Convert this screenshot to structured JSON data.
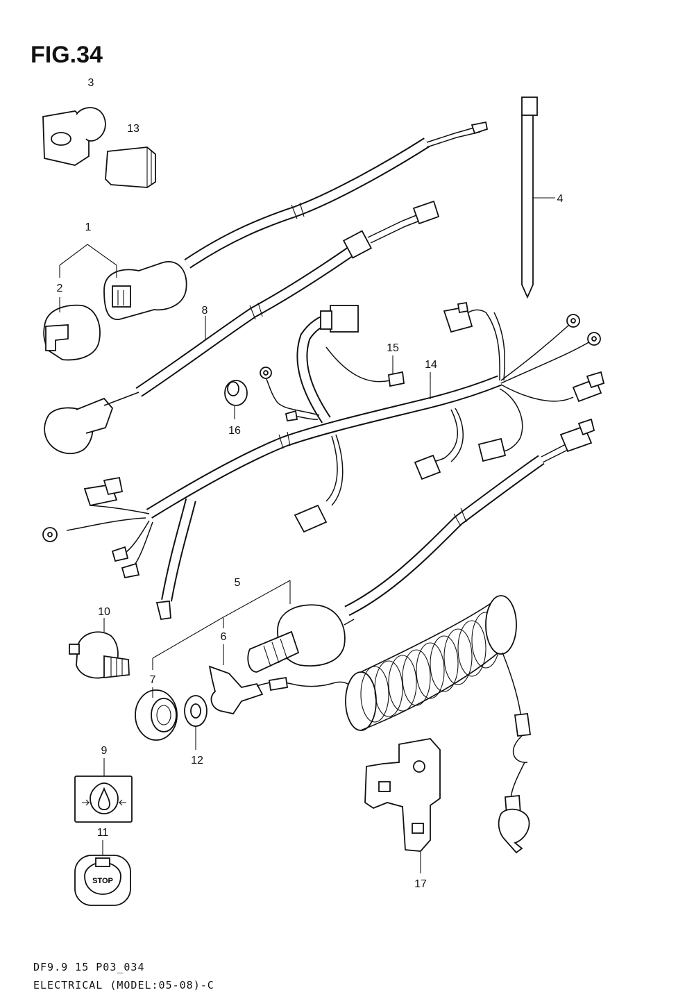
{
  "figure": {
    "title": "FIG.34"
  },
  "callouts": [
    {
      "id": "c1",
      "label": "1"
    },
    {
      "id": "c2",
      "label": "2"
    },
    {
      "id": "c3",
      "label": "3"
    },
    {
      "id": "c4",
      "label": "4"
    },
    {
      "id": "c5",
      "label": "5"
    },
    {
      "id": "c6",
      "label": "6"
    },
    {
      "id": "c7",
      "label": "7"
    },
    {
      "id": "c8",
      "label": "8"
    },
    {
      "id": "c9",
      "label": "9"
    },
    {
      "id": "c10",
      "label": "10"
    },
    {
      "id": "c11",
      "label": "11"
    },
    {
      "id": "c12",
      "label": "12"
    },
    {
      "id": "c13",
      "label": "13"
    },
    {
      "id": "c14",
      "label": "14"
    },
    {
      "id": "c15",
      "label": "15"
    },
    {
      "id": "c16",
      "label": "16"
    },
    {
      "id": "c17",
      "label": "17"
    }
  ],
  "stop_label": "STOP",
  "footer": {
    "code": "DF9.9 15 P03_034",
    "caption": "ELECTRICAL (MODEL:05-08)-C"
  }
}
